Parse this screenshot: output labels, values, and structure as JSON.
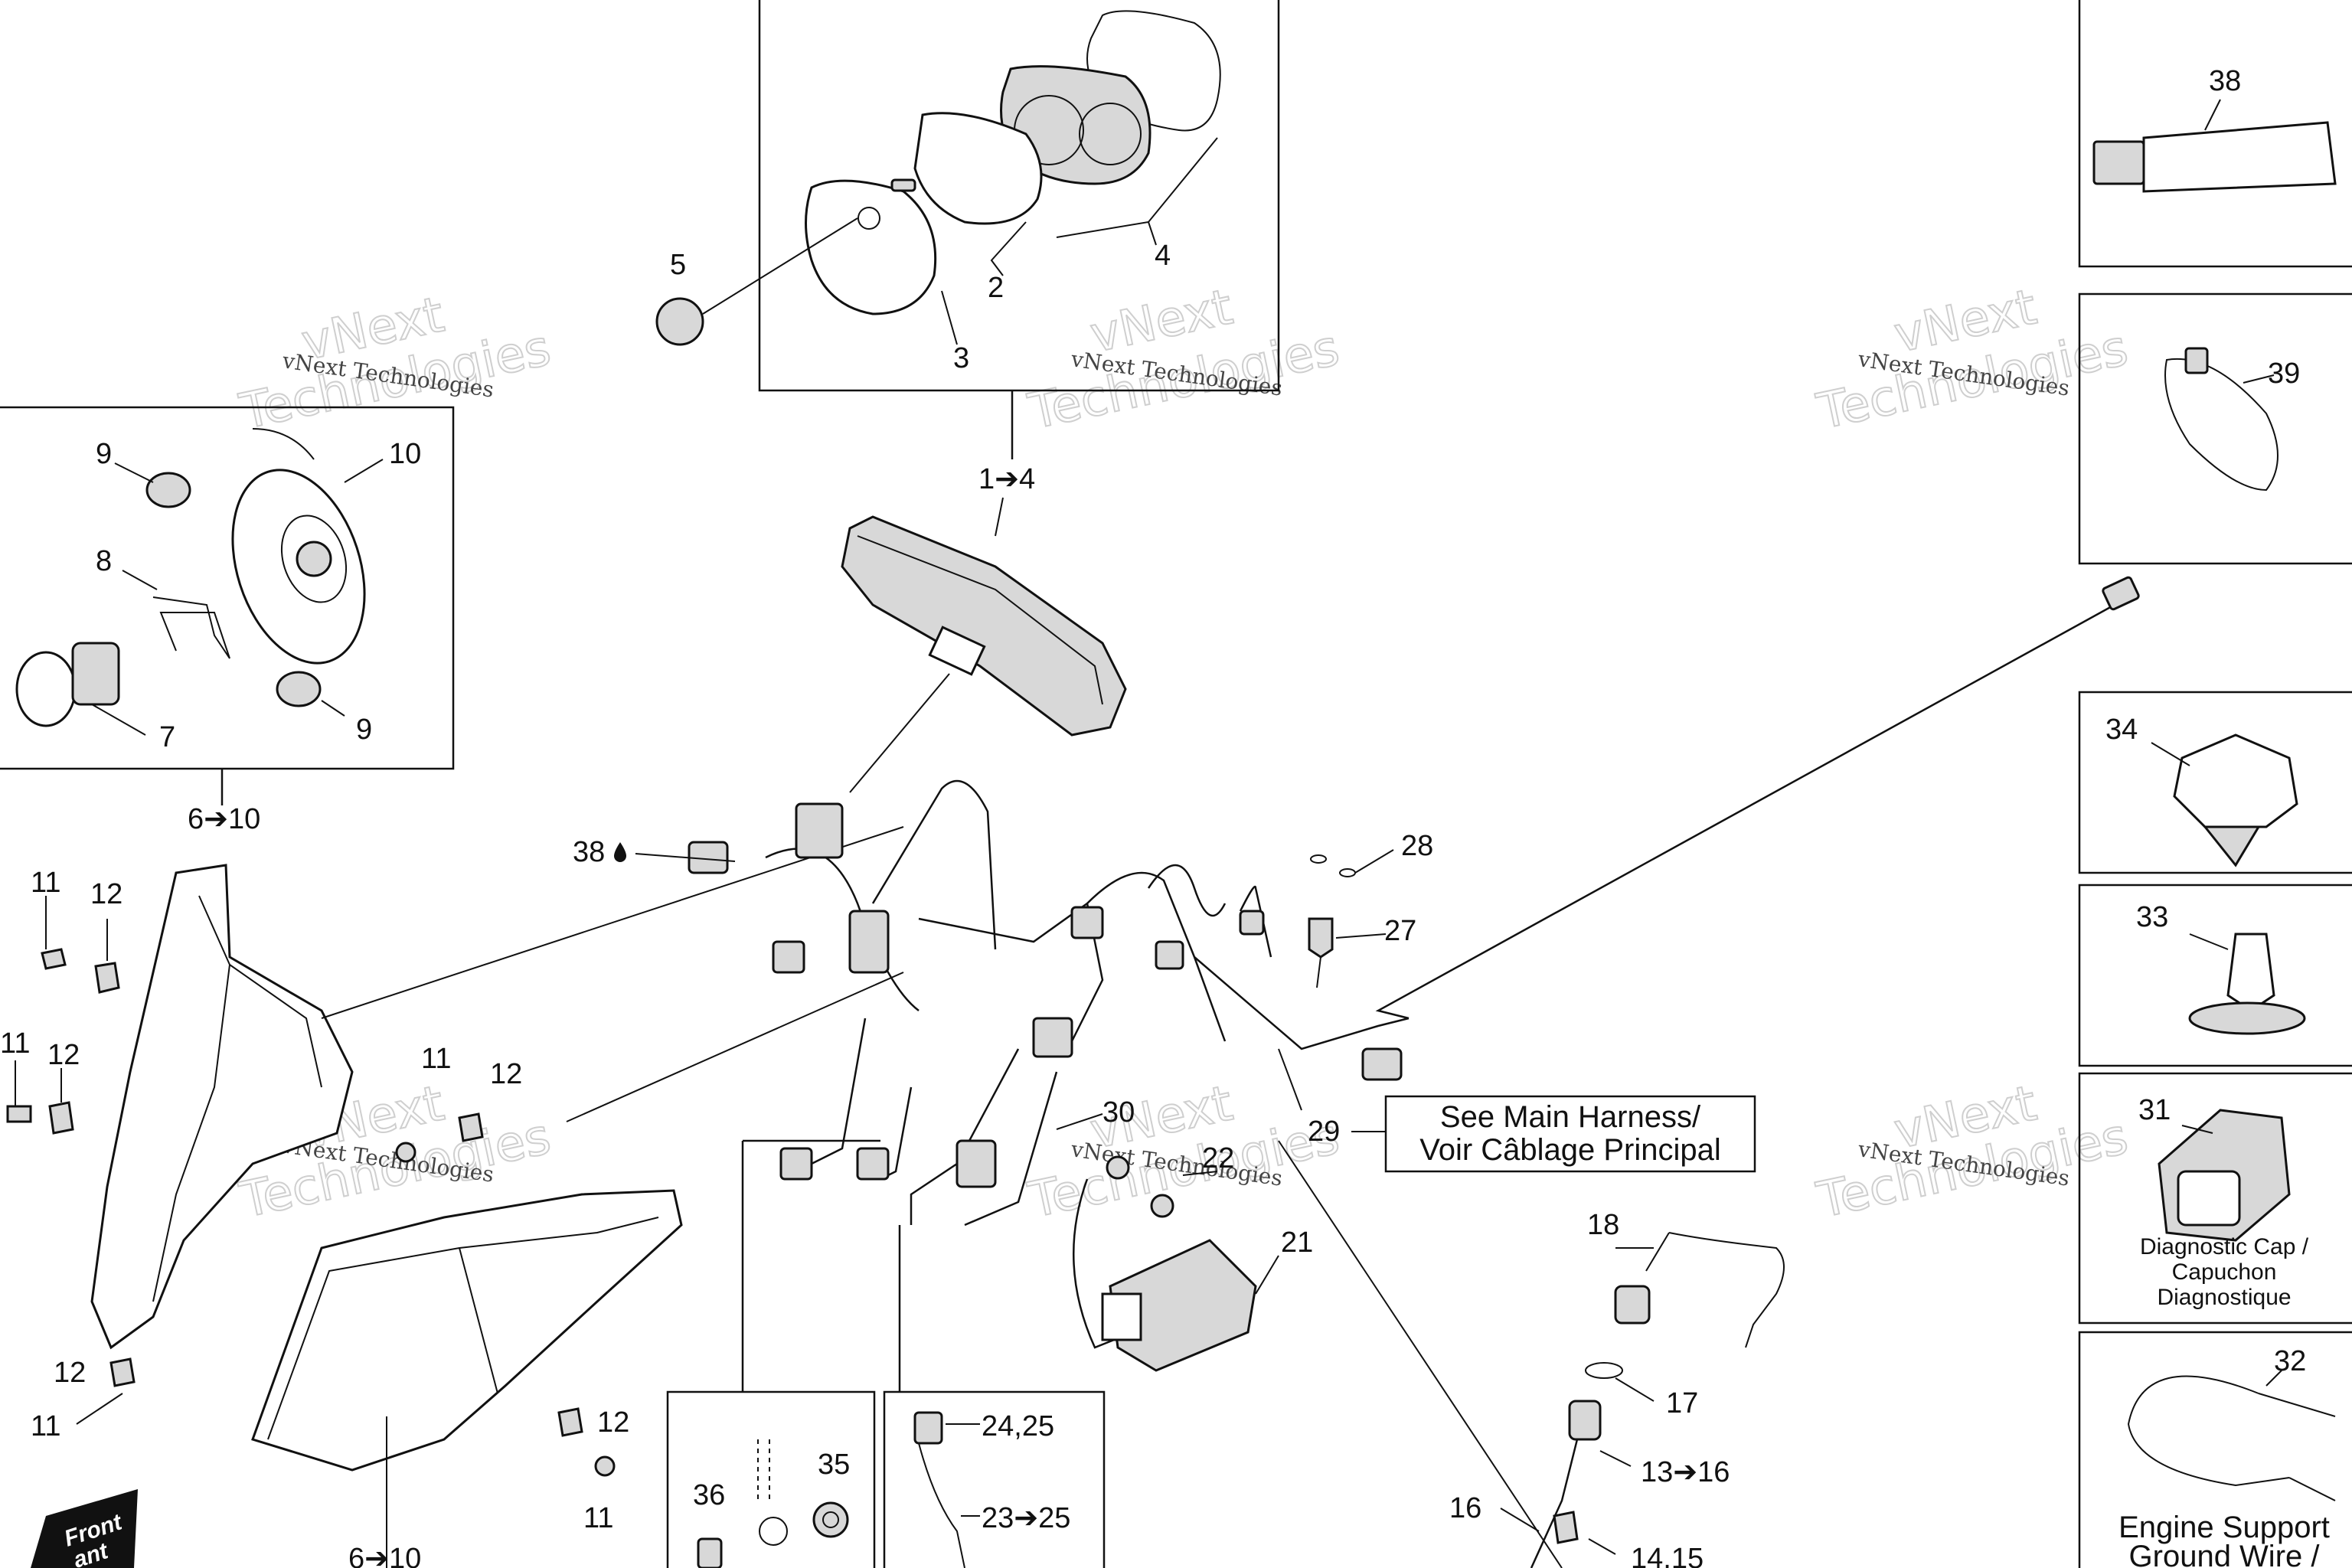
{
  "callouts": {
    "c5": "5",
    "c3": "3",
    "c2": "2",
    "c4": "4",
    "c1_4": "1➔4",
    "c38": "38",
    "c39": "39",
    "c34": "34",
    "c33": "33",
    "c31": "31",
    "c32": "32",
    "c9a": "9",
    "c10": "10",
    "c8": "8",
    "c7": "7",
    "c9b": "9",
    "c6_10a": "6➔10",
    "c38drop": "38",
    "c28": "28",
    "c27": "27",
    "c11a": "11",
    "c12a": "12",
    "c11b": "11",
    "c12b": "12",
    "c11c": "11",
    "c12c": "12",
    "c29": "29",
    "c30": "30",
    "c22": "22",
    "c21": "21",
    "c18": "18",
    "c17": "17",
    "c13_16": "13➔16",
    "c16": "16",
    "c14_15": "14,15",
    "c12d": "12",
    "c11d": "11",
    "c12e": "12",
    "c11e": "11",
    "c36": "36",
    "c35": "35",
    "c24_25": "24,25",
    "c23_25": "23➔25",
    "c6_10b": "6➔10"
  },
  "notes": {
    "harness_line1": "See Main Harness/",
    "harness_line2": "Voir Câblage Principal",
    "diag_line1": "Diagnostic Cap /",
    "diag_line2": "Capuchon",
    "diag_line3": "Diagnostique",
    "engine_line1": "Engine Support",
    "engine_line2": "Ground Wire /"
  },
  "watermark": {
    "line1": "vNext Technologies",
    "line2": "vNext",
    "line3": "Technologies"
  },
  "front_badge": {
    "line1": "Front",
    "line2": "ant"
  }
}
